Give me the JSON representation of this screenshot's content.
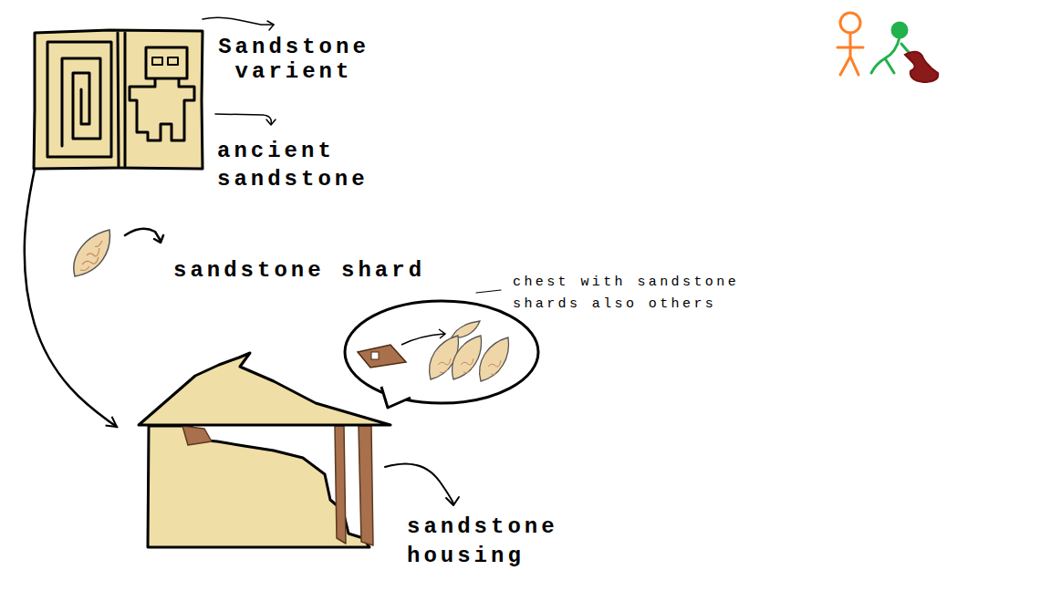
{
  "diagram": {
    "nodes": [
      {
        "text": [
          "Sandstone varient",
          "ancient sandstone"
        ]
      },
      {
        "text": [
          "sandstone housing"
        ]
      }
    ],
    "edges": [
      {
        "from": 0,
        "to": 1,
        "arrow": "to"
      }
    ],
    "labels": [
      "sandstone shard",
      "chest with sandstone shards also others"
    ]
  }
}
